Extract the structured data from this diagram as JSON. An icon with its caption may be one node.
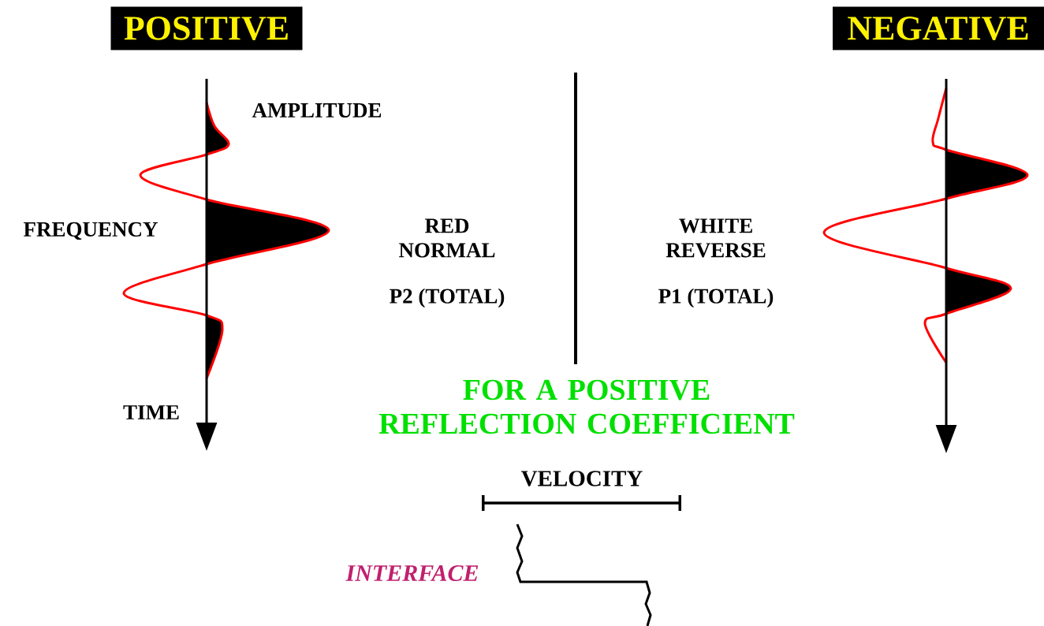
{
  "diagram": {
    "nodes": [
      {
        "text": [
          "POSITIVE"
        ]
      },
      {
        "text": [
          "NEGATIVE"
        ]
      }
    ],
    "labels": [
      "AMPLITUDE",
      "FREQUENCY",
      "TIME",
      "RED NORMAL",
      "P2 (TOTAL)",
      "WHITE REVERSE",
      "P1 (TOTAL)",
      "FOR A POSITIVE REFLECTION COEFFICIENT",
      "VELOCITY",
      "INTERFACE"
    ]
  }
}
